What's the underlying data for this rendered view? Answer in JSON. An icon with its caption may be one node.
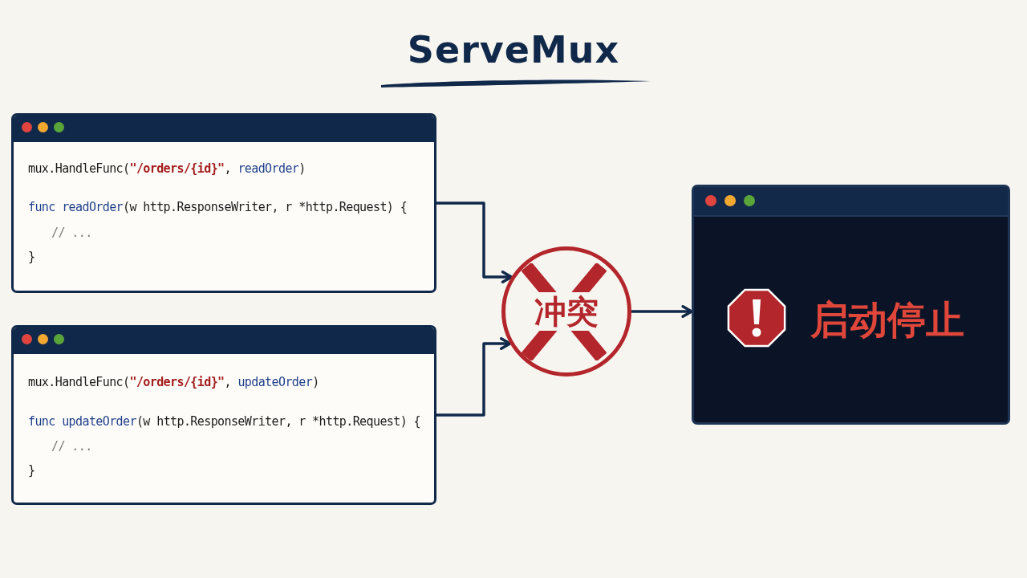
{
  "diagram": {
    "title": "ServeMux",
    "nodes": [
      {
        "text": [
          "mux.HandleFunc(\"/orders/{id}\", readOrder)",
          "func readOrder(w http.ResponseWriter, r *http.Request) {",
          "// ...",
          "}"
        ]
      },
      {
        "text": [
          "mux.HandleFunc(\"/orders/{id}\", updateOrder)",
          "func updateOrder(w http.ResponseWriter, r *http.Request) {",
          "// ...",
          "}"
        ]
      },
      {
        "text": [
          "冲突"
        ]
      },
      {
        "text": [
          "启动停止"
        ]
      }
    ],
    "edges": [
      {
        "from": 0,
        "to": 2,
        "arrow": "to"
      },
      {
        "from": 1,
        "to": 2,
        "arrow": "to"
      },
      {
        "from": 2,
        "to": 3,
        "arrow": "to"
      }
    ]
  }
}
